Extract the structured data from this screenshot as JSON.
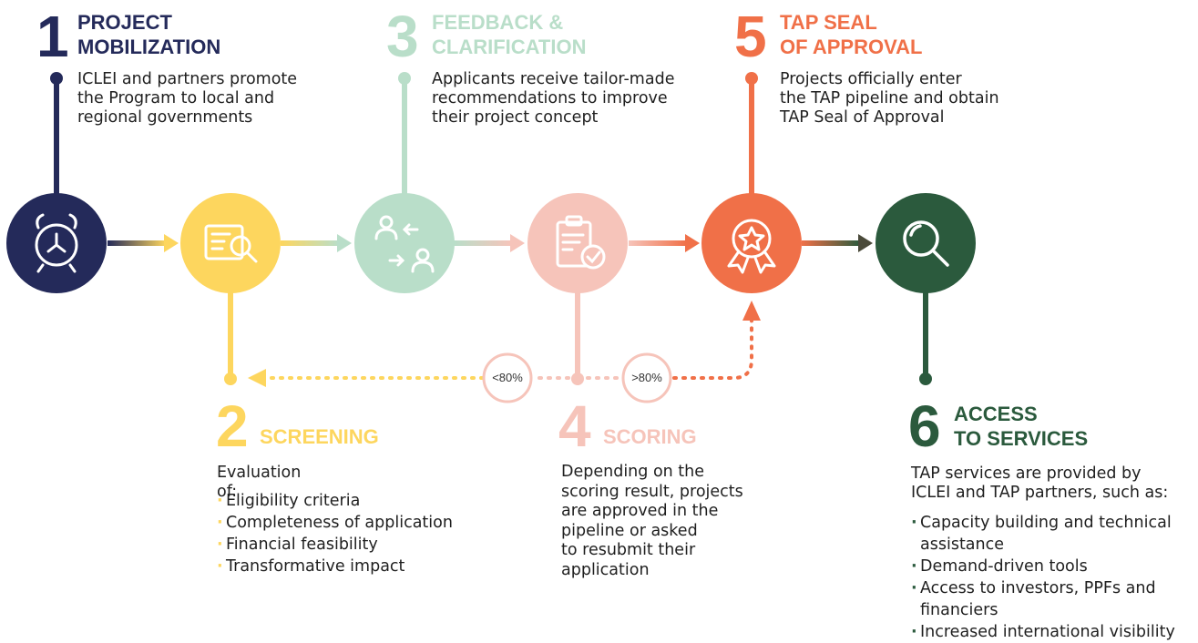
{
  "colors": {
    "step1": "#242A5A",
    "step2": "#FDD65E",
    "step3": "#B9DEC9",
    "step4": "#F6C4BA",
    "step5": "#F07048",
    "step6": "#2B5A3D"
  },
  "steps": [
    {
      "number": "1",
      "title_line1": "PROJECT",
      "title_line2": "MOBILIZATION",
      "desc": [
        "ICLEI and partners promote",
        "the Program to local and",
        "regional governments"
      ],
      "icon": "alarm-clock-icon"
    },
    {
      "number": "2",
      "title": "SCREENING",
      "intro": "Evaluation of:",
      "bullets": [
        "Eligibility criteria",
        "Completeness of application",
        "Financial feasibility",
        "Transformative impact"
      ],
      "icon": "document-search-icon"
    },
    {
      "number": "3",
      "title_line1": "FEEDBACK &",
      "title_line2": "CLARIFICATION",
      "desc": [
        "Applicants receive tailor-made",
        "recommendations to improve",
        "their project concept"
      ],
      "icon": "users-exchange-icon"
    },
    {
      "number": "4",
      "title": "SCORING",
      "desc": [
        "Depending on the",
        "scoring result, projects",
        "are approved in the",
        "pipeline or asked",
        "to resubmit their",
        "application"
      ],
      "icon": "clipboard-check-icon"
    },
    {
      "number": "5",
      "title_line1": "TAP SEAL",
      "title_line2": "OF APPROVAL",
      "desc": [
        "Projects officially enter",
        "the TAP pipeline and obtain",
        "TAP Seal of Approval"
      ],
      "icon": "award-seal-icon"
    },
    {
      "number": "6",
      "title_line1": "ACCESS",
      "title_line2": "TO SERVICES",
      "intro": [
        "TAP services are provided by",
        "ICLEI and TAP partners, such as:"
      ],
      "bullets": [
        [
          "Capacity building and technical",
          "assistance"
        ],
        [
          "Demand-driven tools"
        ],
        [
          "Access to investors, PPFs and",
          "financiers"
        ],
        [
          "Increased international visibility"
        ]
      ],
      "icon": "magnifier-icon"
    }
  ],
  "thresholds": {
    "below": "<80%",
    "above": ">80%"
  }
}
